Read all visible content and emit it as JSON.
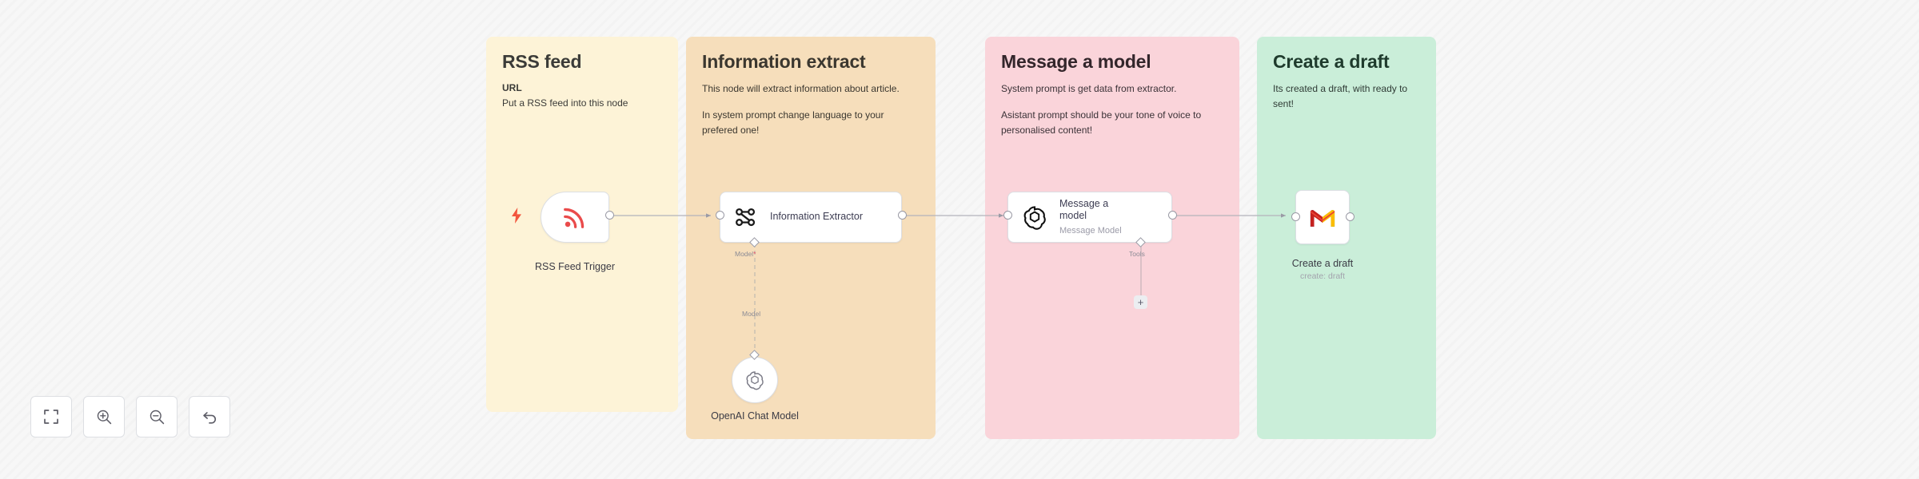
{
  "app": {
    "canvas_name": "workflow-canvas",
    "background_color": "#f7f7f7"
  },
  "sticky_notes": [
    {
      "name": "rss-feed",
      "title": "RSS feed",
      "color": "#fdf3d7",
      "subhead": "URL",
      "paragraphs": [
        "Put a RSS feed into this node"
      ]
    },
    {
      "name": "information-extract",
      "title": "Information extract",
      "color": "#f6debb",
      "subhead": "",
      "paragraphs": [
        "This node will extract information about article.",
        "In system prompt change language to your prefered one!"
      ]
    },
    {
      "name": "message-a-model",
      "title": "Message a model",
      "color": "#fad4da",
      "subhead": "",
      "paragraphs": [
        "System prompt is get data from extractor.",
        "Asistant prompt should be your tone of voice to personalised content!"
      ]
    },
    {
      "name": "create-a-draft",
      "title": "Create a draft",
      "color": "#caeed9",
      "subhead": "",
      "paragraphs": [
        "Its created a draft, with ready to sent!"
      ]
    }
  ],
  "nodes": [
    {
      "name": "rss-feed-trigger",
      "icon": "rss-icon",
      "icon_color": "#ea4b4b",
      "caption": "RSS Feed Trigger",
      "caption_sub": "",
      "inline_title": "",
      "inline_sub": ""
    },
    {
      "name": "information-extractor",
      "icon": "information-extractor-icon",
      "icon_color": "#1a1a1a",
      "caption": "",
      "caption_sub": "",
      "inline_title": "Information Extractor",
      "inline_sub": ""
    },
    {
      "name": "message-a-model",
      "icon": "openai-icon",
      "icon_color": "#0f0f0f",
      "caption": "",
      "caption_sub": "",
      "inline_title": "Message a model",
      "inline_sub": "Message Model"
    },
    {
      "name": "gmail-create-draft",
      "icon": "gmail-icon",
      "icon_color": "#ea4335",
      "caption": "Create a draft",
      "caption_sub": "create: draft",
      "inline_title": "",
      "inline_sub": ""
    },
    {
      "name": "openai-chat-model",
      "icon": "openai-icon",
      "icon_color": "#7a7a86",
      "caption": "OpenAI Chat Model",
      "caption_sub": "",
      "inline_title": "",
      "inline_sub": ""
    }
  ],
  "connector_labels": {
    "extractor_model_required": "Model",
    "extractor_model_required_mark": "*",
    "chat_model_out": "Model",
    "message_model_tools": "Tools",
    "add_tool_label": "+"
  },
  "toolbar": {
    "buttons": [
      {
        "name": "fit-view-button",
        "icon": "fit-view-icon",
        "label": ""
      },
      {
        "name": "zoom-in-button",
        "icon": "zoom-in-icon",
        "label": ""
      },
      {
        "name": "zoom-out-button",
        "icon": "zoom-out-icon",
        "label": ""
      },
      {
        "name": "reset-button",
        "icon": "undo-icon",
        "label": ""
      }
    ]
  }
}
